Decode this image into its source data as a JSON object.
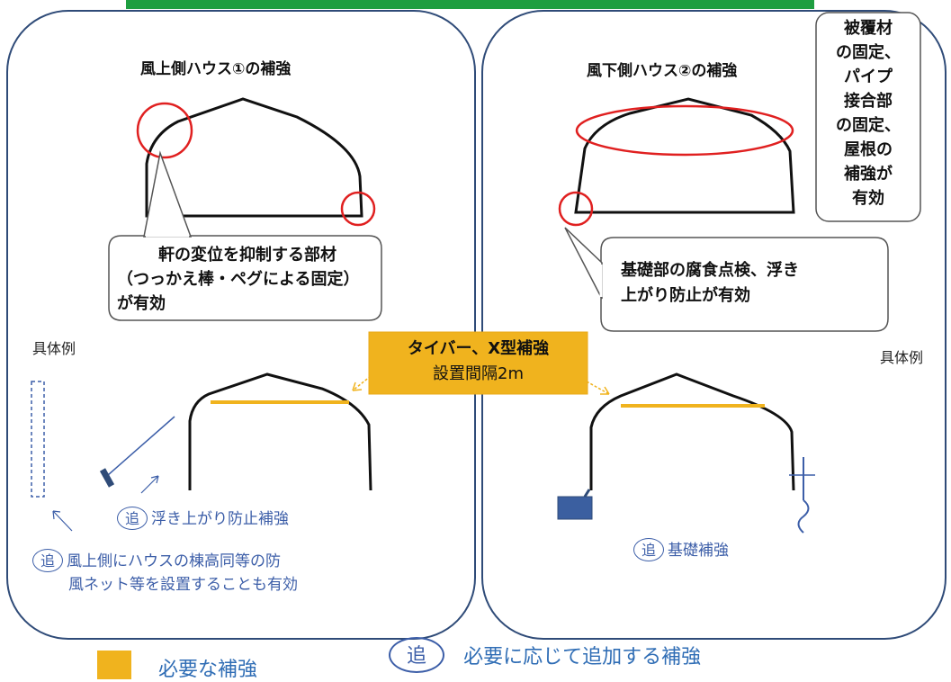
{
  "left_panel": {
    "title": "風上側ハウス①の補強",
    "callout": {
      "line1": "軒の変位を抑制する部材",
      "line2": "（つっかえ棒・ペグによる固定）",
      "line3": "が有効"
    },
    "example_label": "具体例",
    "optional_float": "浮き上がり防止補強",
    "optional_net_line1": "風上側にハウスの棟高同等の防",
    "optional_net_line2": "風ネット等を設置することも有効"
  },
  "right_panel": {
    "title": "風下側ハウス②の補強",
    "side_note": {
      "line1": "被覆材",
      "line2": "の固定、",
      "line3": "パイプ",
      "line4": "接合部",
      "line5": "の固定、",
      "line6": "屋根の",
      "line7": "補強が",
      "line8": "有効"
    },
    "callout": {
      "line1": "基礎部の腐食点検、浮き",
      "line2": "上がり防止が有効"
    },
    "example_label": "具体例",
    "optional_foundation": "基礎補強"
  },
  "center_box": {
    "line1": "タイバー、X型補強",
    "line2": "設置間隔2m"
  },
  "optional_mark": "追",
  "legend": {
    "required": "必要な補強",
    "optional": "必要に応じて追加する補強"
  },
  "colors": {
    "required": "#f0b31e",
    "panel_border": "#2f4b78",
    "optional_blue": "#3c5ea8",
    "circle_red": "#e02020",
    "header_green": "#1e9e40",
    "anchor_block": "#3b5fa0"
  }
}
